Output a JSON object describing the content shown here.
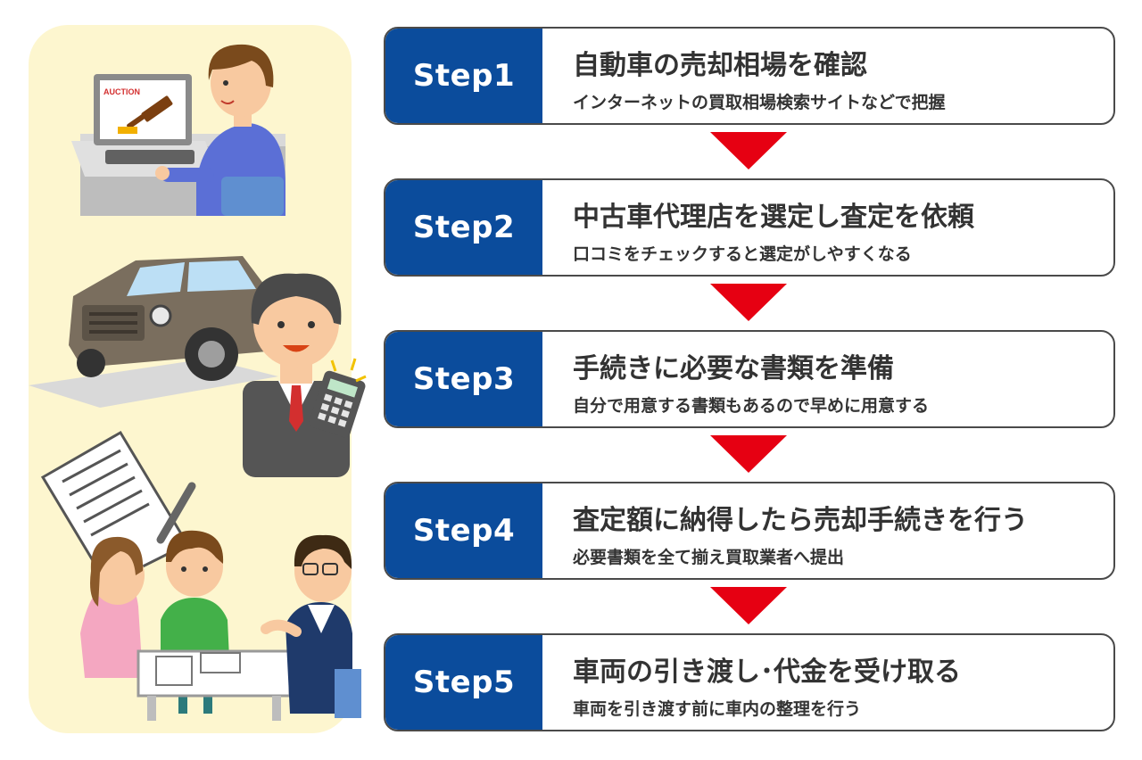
{
  "illustrations": {
    "auction_sign": "AUCTION"
  },
  "steps": [
    {
      "label": "Step1",
      "title": "自動車の売却相場を確認",
      "description": "インターネットの買取相場検索サイトなどで把握"
    },
    {
      "label": "Step2",
      "title": "中古車代理店を選定し査定を依頼",
      "description": "口コミをチェックすると選定がしやすくなる"
    },
    {
      "label": "Step3",
      "title": "手続きに必要な書類を準備",
      "description": "自分で用意する書類もあるので早めに用意する"
    },
    {
      "label": "Step4",
      "title": "査定額に納得したら売却手続きを行う",
      "description": "必要書類を全て揃え買取業者へ提出"
    },
    {
      "label": "Step5",
      "title": "車両の引き渡し･代金を受け取る",
      "description": "車両を引き渡す前に車内の整理を行う"
    }
  ],
  "colors": {
    "step_label_bg": "#0b4c9c",
    "arrow": "#e60012",
    "panel_bg": "#fdf6cf",
    "text": "#333333"
  }
}
